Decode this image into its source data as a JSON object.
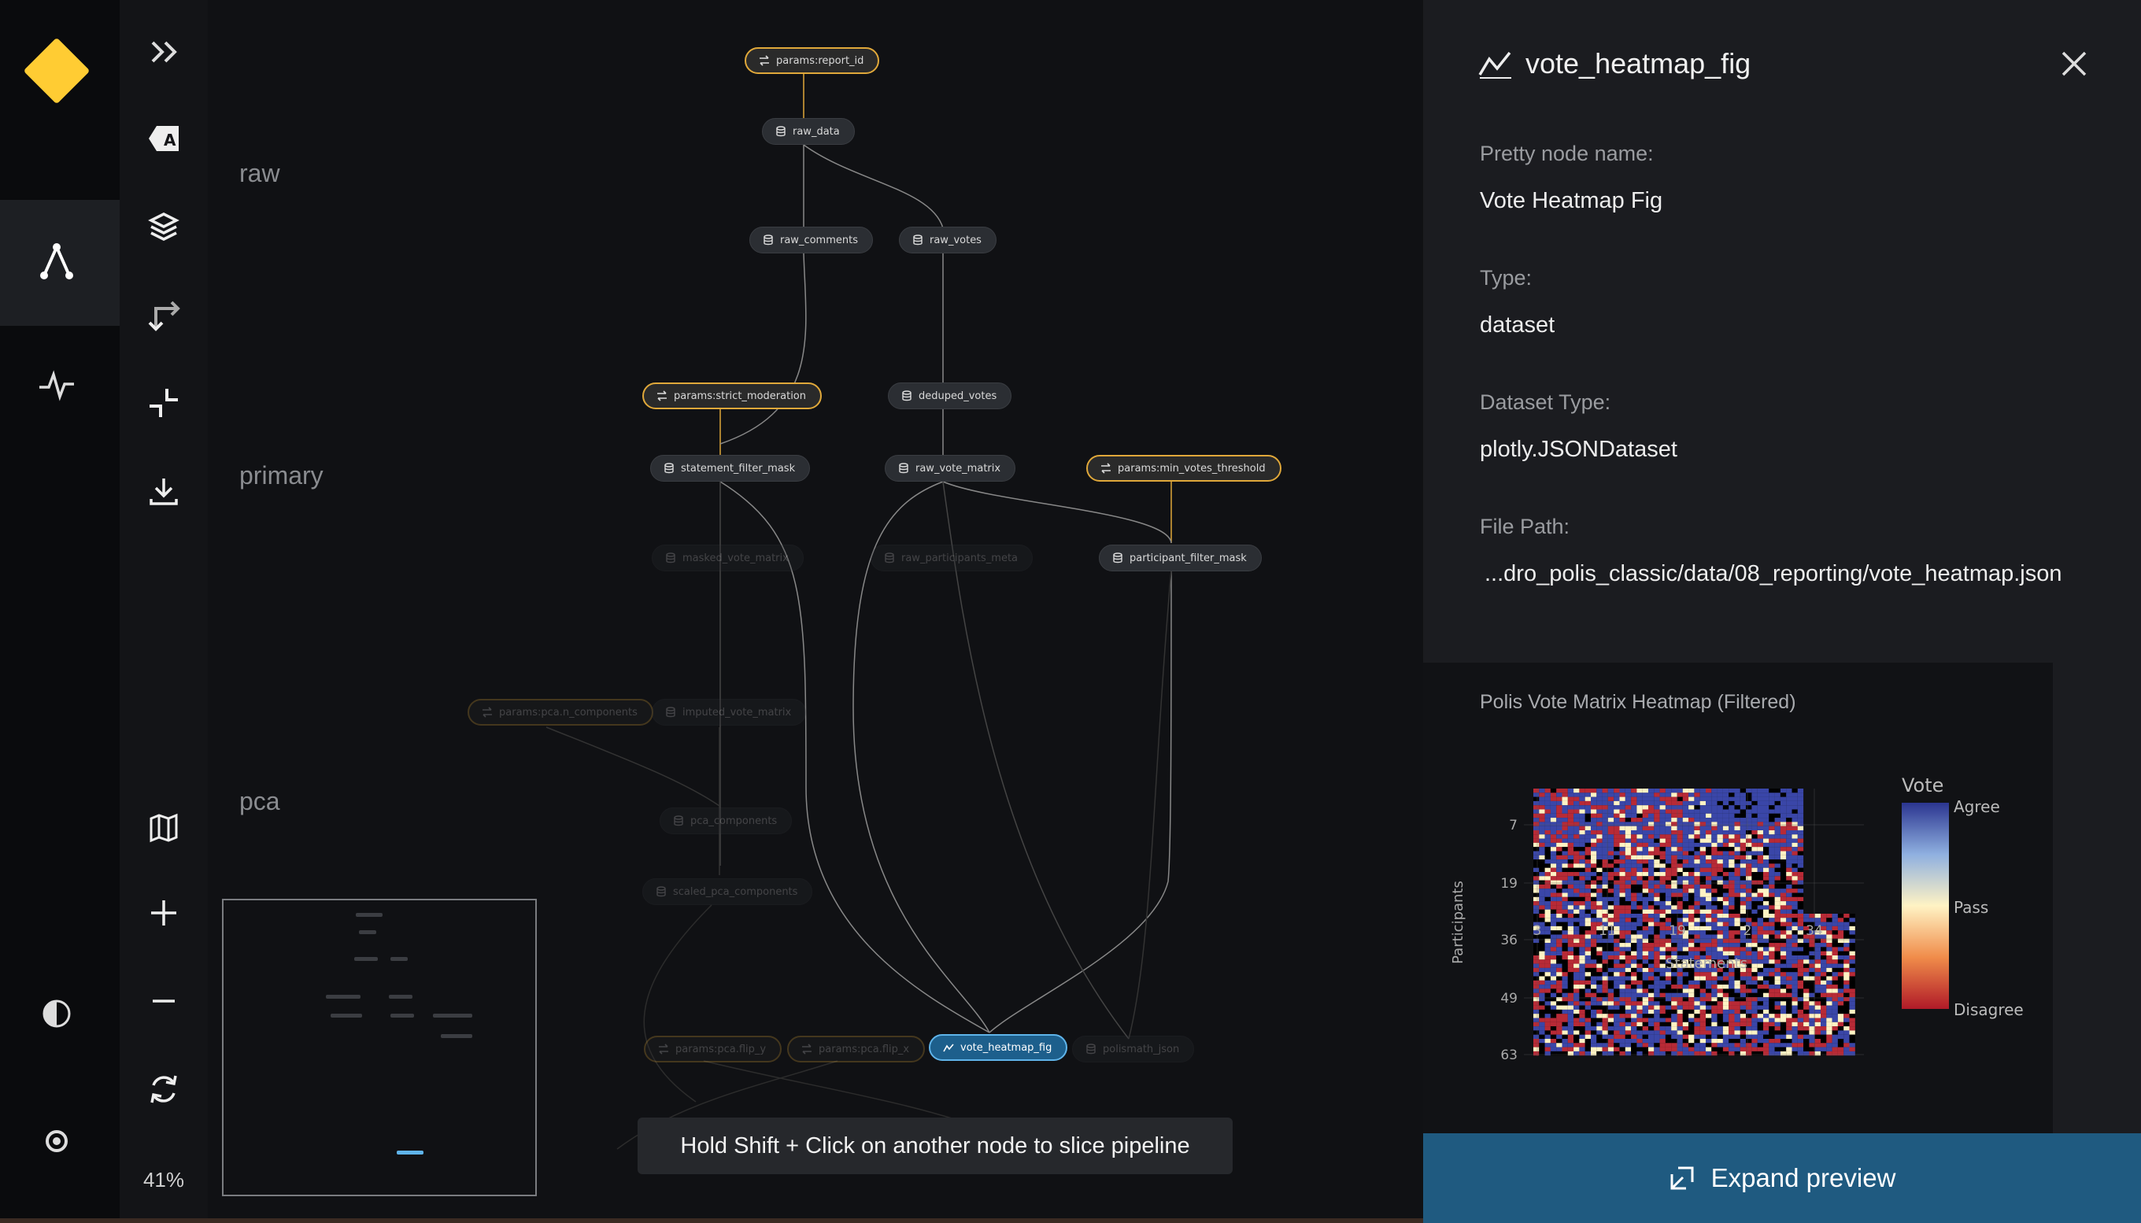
{
  "toolbar": {
    "zoom": "41%"
  },
  "layers": [
    "raw",
    "primary",
    "pca"
  ],
  "nodes": {
    "report_id": "params:report_id",
    "raw_data": "raw_data",
    "raw_comments": "raw_comments",
    "raw_votes": "raw_votes",
    "strict_moderation": "params:strict_moderation",
    "deduped_votes": "deduped_votes",
    "statement_filter_mask": "statement_filter_mask",
    "raw_vote_matrix": "raw_vote_matrix",
    "min_votes_threshold": "params:min_votes_threshold",
    "masked_vote_matrix": "masked_vote_matrix",
    "raw_participants_meta": "raw_participants_meta",
    "participant_filter_mask": "participant_filter_mask",
    "pca_n_components": "params:pca.n_components",
    "imputed_vote_matrix": "imputed_vote_matrix",
    "pca_components": "pca_components",
    "scaled_pca_components": "scaled_pca_components",
    "pca_flip_y": "params:pca.flip_y",
    "pca_flip_x": "params:pca.flip_x",
    "vote_heatmap_fig": "vote_heatmap_fig",
    "polismath_json": "polismath_json"
  },
  "toast": "Hold Shift + Click on another node to slice pipeline",
  "panel": {
    "title": "vote_heatmap_fig",
    "pretty_label": "Pretty node name:",
    "pretty_value": "Vote Heatmap Fig",
    "type_label": "Type:",
    "type_value": "dataset",
    "dstype_label": "Dataset Type:",
    "dstype_value": "plotly.JSONDataset",
    "path_label": "File Path:",
    "path_value": "...dro_polis_classic/data/08_reporting/vote_heatmap.json"
  },
  "preview": {
    "title": "Polis Vote Matrix Heatmap (Filtered)",
    "expand_label": "Expand preview"
  },
  "chart_data": {
    "type": "heatmap",
    "title": "Polis Vote Matrix Heatmap (Filtered)",
    "xlabel": "Statements",
    "ylabel": "Participants",
    "x_ticks": [
      "3",
      "11",
      "19",
      "2",
      "34"
    ],
    "y_ticks": [
      "7",
      "19",
      "36",
      "49",
      "63"
    ],
    "colorbar_title": "Vote",
    "colorbar_labels": [
      "Agree",
      "Pass",
      "Disagree"
    ],
    "colors": {
      "agree": "#3a46a8",
      "pass": "#fff3c4",
      "disagree": "#b82a36",
      "missing": "#000000"
    }
  }
}
